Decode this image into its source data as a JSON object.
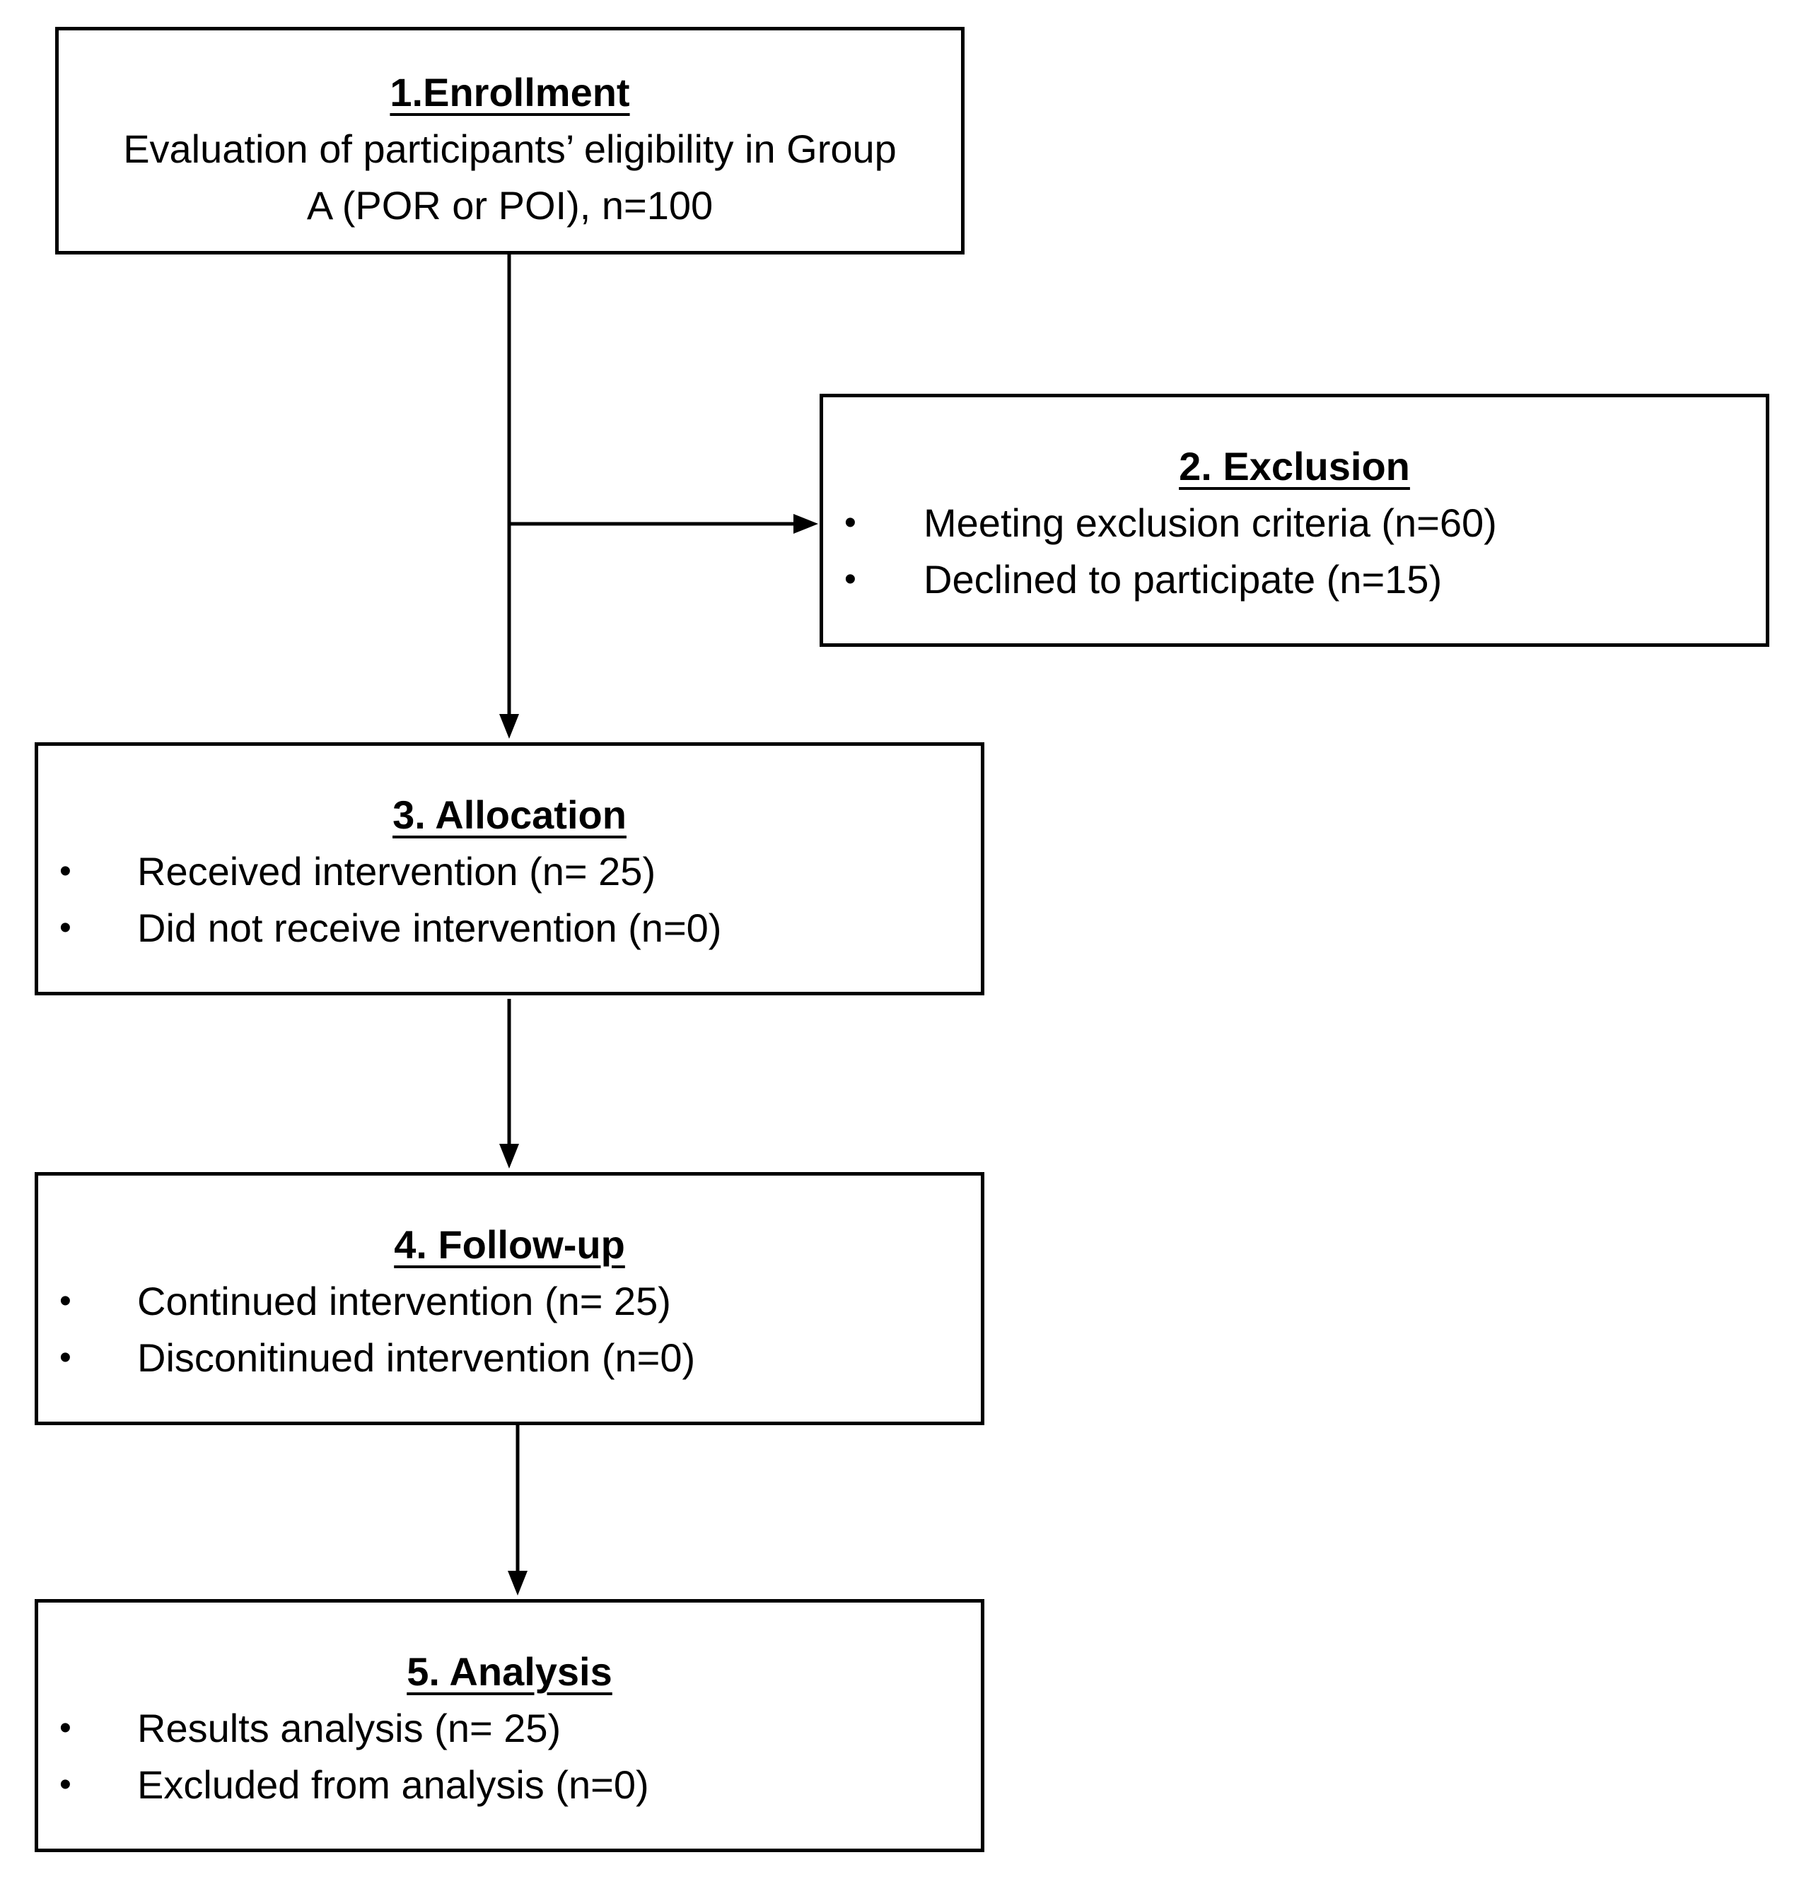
{
  "colors": {
    "border": "#000000",
    "background": "#ffffff",
    "text": "#000000"
  },
  "enrollment": {
    "title": "1.Enrollment",
    "text_line1": "Evaluation of participants’ eligibility in Group",
    "text_line2": "A (POR or POI), n=100"
  },
  "exclusion": {
    "title": "2. Exclusion",
    "items": [
      "Meeting exclusion criteria (n=60)",
      "Declined to participate (n=15)"
    ]
  },
  "allocation": {
    "title": "3. Allocation",
    "items": [
      "Received intervention (n= 25)",
      "Did not receive intervention (n=0)"
    ]
  },
  "followup": {
    "title": "4. Follow-up",
    "items": [
      "Continued intervention (n= 25)",
      "Disconitinued intervention (n=0)"
    ]
  },
  "analysis": {
    "title": "5. Analysis",
    "items": [
      "Results analysis (n= 25)",
      "Excluded from analysis (n=0)"
    ]
  },
  "bullet_glyph": "•"
}
